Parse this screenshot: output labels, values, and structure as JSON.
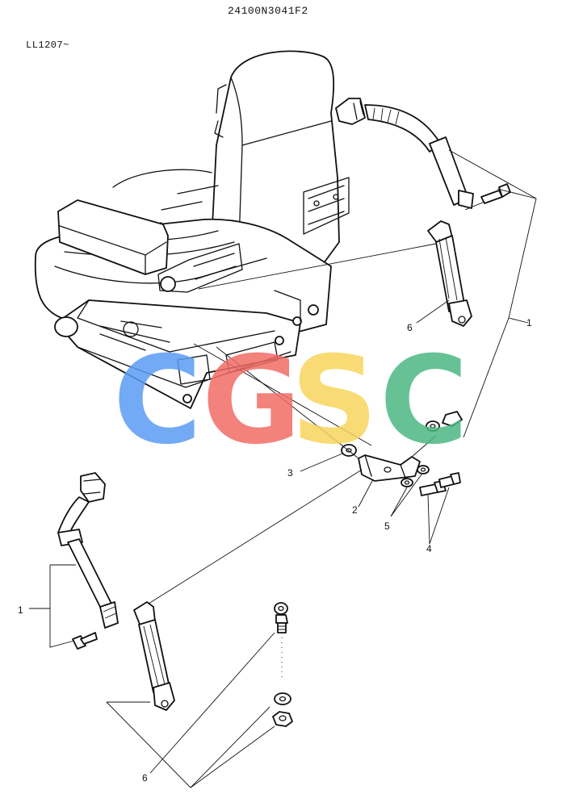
{
  "document": {
    "code": "24100N3041F2",
    "serial_range": "LL1207~"
  },
  "watermark": {
    "letters": [
      {
        "char": "C",
        "color": "#5b9cf4"
      },
      {
        "char": "G",
        "color": "#f26d67"
      },
      {
        "char": "S",
        "color": "#f7d55c"
      },
      {
        "char": "C",
        "color": "#4cb883"
      }
    ]
  },
  "callouts": {
    "c1_right": "1",
    "c1_left": "1",
    "c2": "2",
    "c3": "3",
    "c4": "4",
    "c5": "5",
    "c6_upper": "6",
    "c6_lower": "6"
  }
}
